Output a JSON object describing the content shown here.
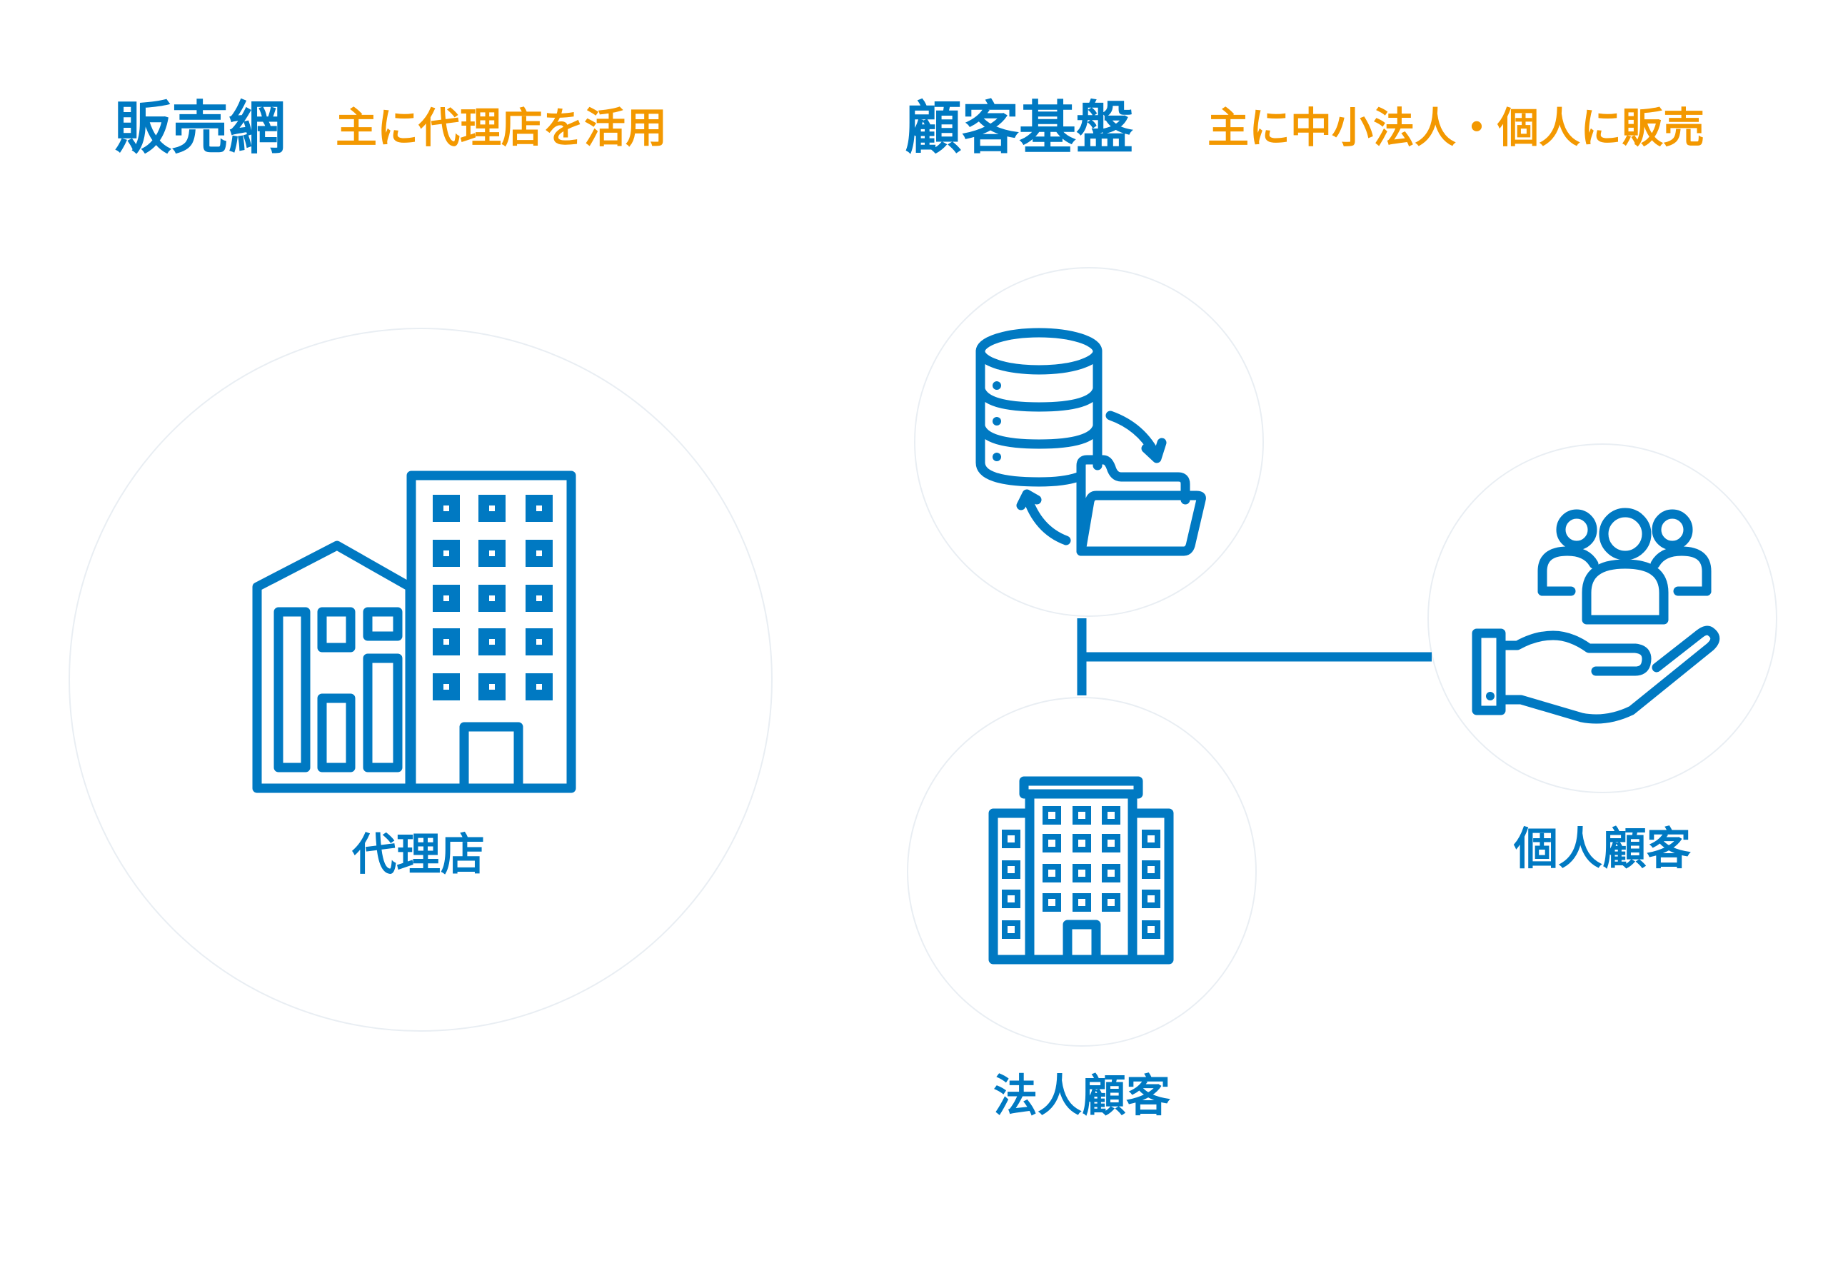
{
  "left_section": {
    "title": "販売網",
    "subtitle": "主に代理店を活用",
    "node_label": "代理店"
  },
  "right_section": {
    "title": "顧客基盤",
    "subtitle": "主に中小法人・個人に販売",
    "nodes": [
      {
        "label": "法人顧客",
        "icon": "office-building-icon"
      },
      {
        "label": "個人顧客",
        "icon": "hand-holding-people-icon"
      }
    ],
    "hub_icon": "database-folder-sync-icon"
  },
  "colors": {
    "primary": "#0079C2",
    "accent": "#F39800"
  }
}
